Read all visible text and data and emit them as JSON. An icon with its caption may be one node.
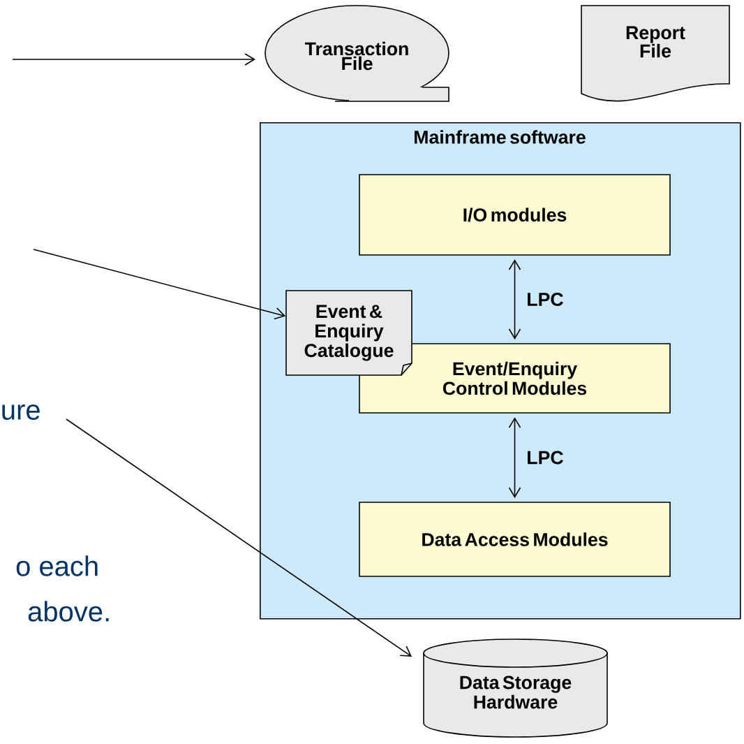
{
  "diagram": {
    "nodes": [
      {
        "text": [
          "Transaction File"
        ]
      },
      {
        "text": [
          "Report File"
        ]
      },
      {
        "text": [
          "Mainframe software"
        ]
      },
      {
        "text": [
          "I/O modules"
        ],
        "in": 2
      },
      {
        "text": [
          "Event & Enquiry Catalogue"
        ],
        "in": 2
      },
      {
        "text": [
          "Event/Enquiry Control Modules"
        ],
        "in": 2
      },
      {
        "text": [
          "Data Access Modules"
        ],
        "in": 2
      },
      {
        "text": [
          "Data Storage Hardware"
        ]
      }
    ],
    "edges": [
      {
        "from": null,
        "to": 0,
        "arrow": "to"
      },
      {
        "from": null,
        "to": 4,
        "arrow": "to"
      },
      {
        "from": null,
        "to": 7,
        "arrow": "to"
      },
      {
        "from": 3,
        "to": 5,
        "arrow": "both",
        "label": "LPC"
      },
      {
        "from": 5,
        "to": 6,
        "arrow": "both",
        "label": "LPC"
      }
    ],
    "labels": [
      "ure",
      "o each",
      "above."
    ]
  }
}
